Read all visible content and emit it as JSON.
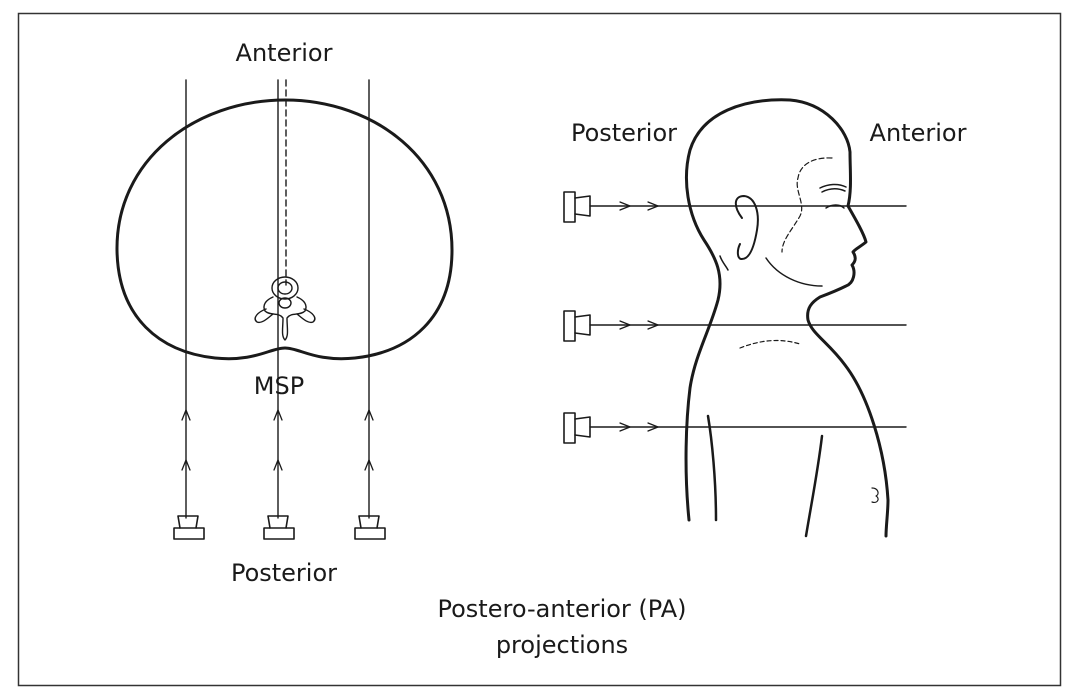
{
  "diagram": {
    "title_line1": "Postero-anterior (PA)",
    "title_line2": "projections",
    "left_panel": {
      "top_label": "Anterior",
      "bottom_label": "Posterior",
      "plane_label": "MSP"
    },
    "right_panel": {
      "left_label": "Posterior",
      "right_label": "Anterior"
    }
  }
}
